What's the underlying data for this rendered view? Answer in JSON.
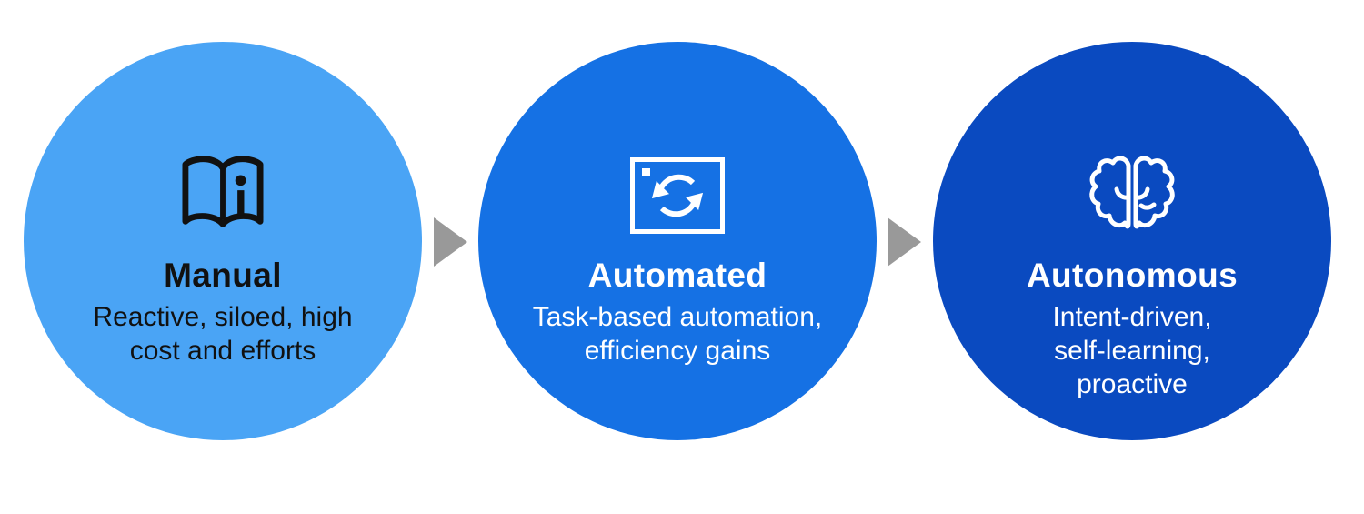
{
  "colors": {
    "circle1": "#4AA4F5",
    "circle2": "#1571E4",
    "circle3": "#0A4AC0",
    "arrow": "#999999",
    "text_dark": "#111111",
    "text_light": "#FFFFFF",
    "background": "#FFFFFF"
  },
  "stages": [
    {
      "title": "Manual",
      "icon": "book-info-icon",
      "subtitle_lines": [
        "Reactive, siloed, high",
        "cost and efforts"
      ]
    },
    {
      "title": "Automated",
      "icon": "sync-screen-icon",
      "subtitle_lines": [
        "Task-based automation,",
        "efficiency gains"
      ]
    },
    {
      "title": "Autonomous",
      "icon": "brain-icon",
      "subtitle_lines": [
        "Intent-driven,",
        "self-learning,",
        "proactive"
      ]
    }
  ]
}
